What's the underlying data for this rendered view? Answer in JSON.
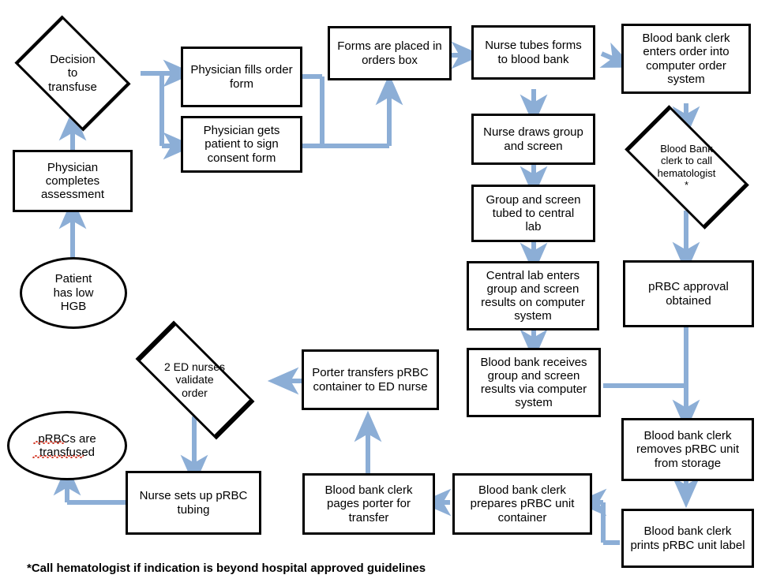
{
  "diagram": {
    "title_footnote": "*Call hematologist if indication is beyond hospital approved guidelines",
    "colors": {
      "node_border": "#000000",
      "node_fill": "#ffffff",
      "arrow": "#8CAED6",
      "text": "#000000",
      "spellcheck_underline": "#d43b2a",
      "background": "#ffffff"
    },
    "nodes": {
      "patient_low_hgb": {
        "label": "Patient\nhas low\nHGB",
        "shape": "oval"
      },
      "physician_completes_assessment": {
        "label": "Physician\ncompletes\nassessment",
        "shape": "rect"
      },
      "decision_to_transfuse": {
        "label": "Decision\nto\ntransfuse",
        "shape": "diamond"
      },
      "physician_fills_order_form": {
        "label": "Physician fills order\nform",
        "shape": "rect"
      },
      "physician_gets_consent": {
        "label": "Physician gets\npatient to sign\nconsent form",
        "shape": "rect"
      },
      "forms_placed_orders_box": {
        "label": "Forms are placed in\norders box",
        "shape": "rect"
      },
      "nurse_tubes_forms": {
        "label": "Nurse tubes forms\nto blood bank",
        "shape": "rect"
      },
      "clerk_enters_order": {
        "label": "Blood bank clerk\nenters order into\ncomputer order\nsystem",
        "shape": "rect"
      },
      "clerk_call_hematologist": {
        "label": "Blood Bank\nclerk to call\nhematologist\n*",
        "shape": "diamond"
      },
      "nurse_draws_group_screen": {
        "label": "Nurse draws group\nand screen",
        "shape": "rect"
      },
      "group_screen_tubed": {
        "label": "Group and screen\ntubed to central\nlab",
        "shape": "rect"
      },
      "central_lab_enters": {
        "label": "Central lab enters\ngroup and screen\nresults on computer\nsystem",
        "shape": "rect"
      },
      "blood_bank_receives": {
        "label": "Blood bank receives\ngroup and screen\nresults via computer\nsystem",
        "shape": "rect"
      },
      "prbc_approval_obtained": {
        "label": "pRBC approval\nobtained",
        "shape": "rect"
      },
      "clerk_removes_unit": {
        "label": "Blood bank clerk\nremoves pRBC unit\nfrom storage",
        "shape": "rect"
      },
      "clerk_prints_label": {
        "label": "Blood bank clerk\nprints pRBC unit label",
        "shape": "rect"
      },
      "clerk_prepares_container": {
        "label": "Blood bank clerk\nprepares pRBC unit\ncontainer",
        "shape": "rect"
      },
      "clerk_pages_porter": {
        "label": "Blood bank clerk\npages porter for\ntransfer",
        "shape": "rect"
      },
      "porter_transfers": {
        "label": "Porter transfers pRBC\ncontainer to ED nurse",
        "shape": "rect"
      },
      "two_ed_nurses_validate": {
        "label": "2 ED nurses\nvalidate\norder",
        "shape": "diamond"
      },
      "nurse_sets_up_tubing": {
        "label": "Nurse sets up pRBC\ntubing",
        "shape": "rect"
      },
      "prbcs_transfused": {
        "label": "pRBCs are\ntransfused",
        "shape": "oval"
      }
    }
  }
}
